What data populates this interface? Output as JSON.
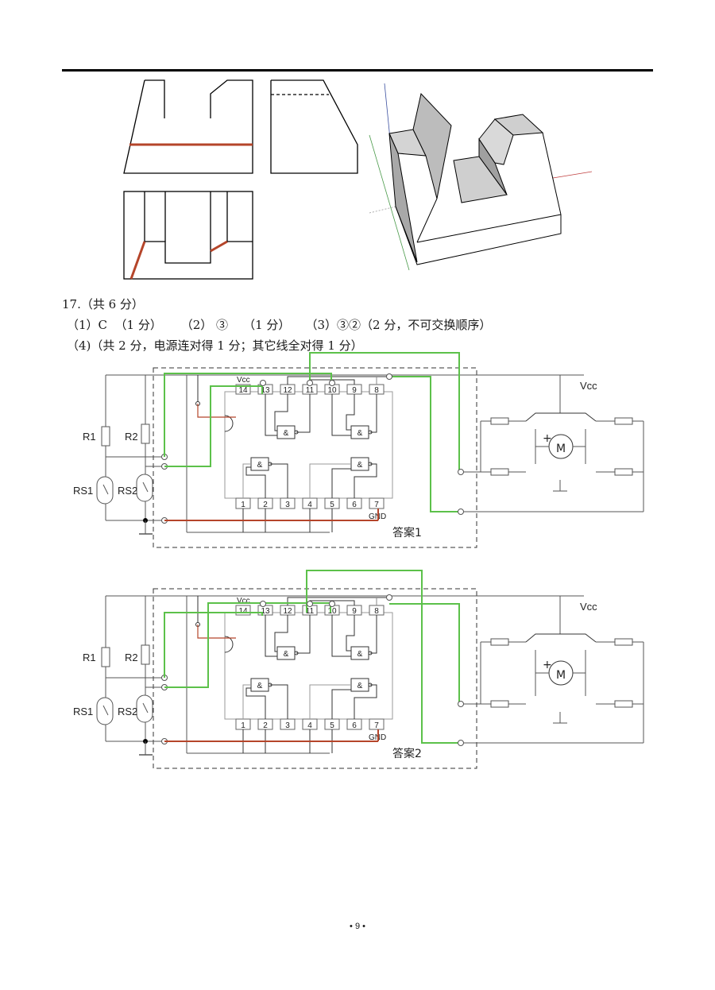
{
  "question": {
    "heading": "17.（共 6 分）",
    "answers_line": "（1）C  （1 分）     （2） ③    （1 分）    （3）③②（2 分，不可交换顺序）",
    "part4": "（4)（共 2 分，电源连对得 1 分；其它线全对得 1 分）"
  },
  "circuits": [
    {
      "caption": "答案1",
      "vcc_label": "Vcc",
      "ic_vcc_label": "Vcc",
      "gnd_label": "GND",
      "resistors": [
        "R1",
        "R2"
      ],
      "sensors": [
        "RS1",
        "RS2"
      ],
      "top_pins": [
        "14",
        "13",
        "12",
        "11",
        "10",
        "9",
        "8"
      ],
      "bottom_pins": [
        "1",
        "2",
        "3",
        "4",
        "5",
        "6",
        "7"
      ],
      "gate_symbol": "&",
      "motor_label": "M",
      "motor_plus": "+"
    },
    {
      "caption": "答案2",
      "vcc_label": "Vcc",
      "ic_vcc_label": "Vcc",
      "gnd_label": "GND",
      "resistors": [
        "R1",
        "R2"
      ],
      "sensors": [
        "RS1",
        "RS2"
      ],
      "top_pins": [
        "14",
        "13",
        "12",
        "11",
        "10",
        "9",
        "8"
      ],
      "bottom_pins": [
        "1",
        "2",
        "3",
        "4",
        "5",
        "6",
        "7"
      ],
      "gate_symbol": "&",
      "motor_label": "M",
      "motor_plus": "+"
    }
  ],
  "colors": {
    "answer_wire_green": "#5cc14a",
    "answer_wire_red": "#b5452a",
    "wire_gray": "#555555"
  },
  "page_number": "• 9 •"
}
